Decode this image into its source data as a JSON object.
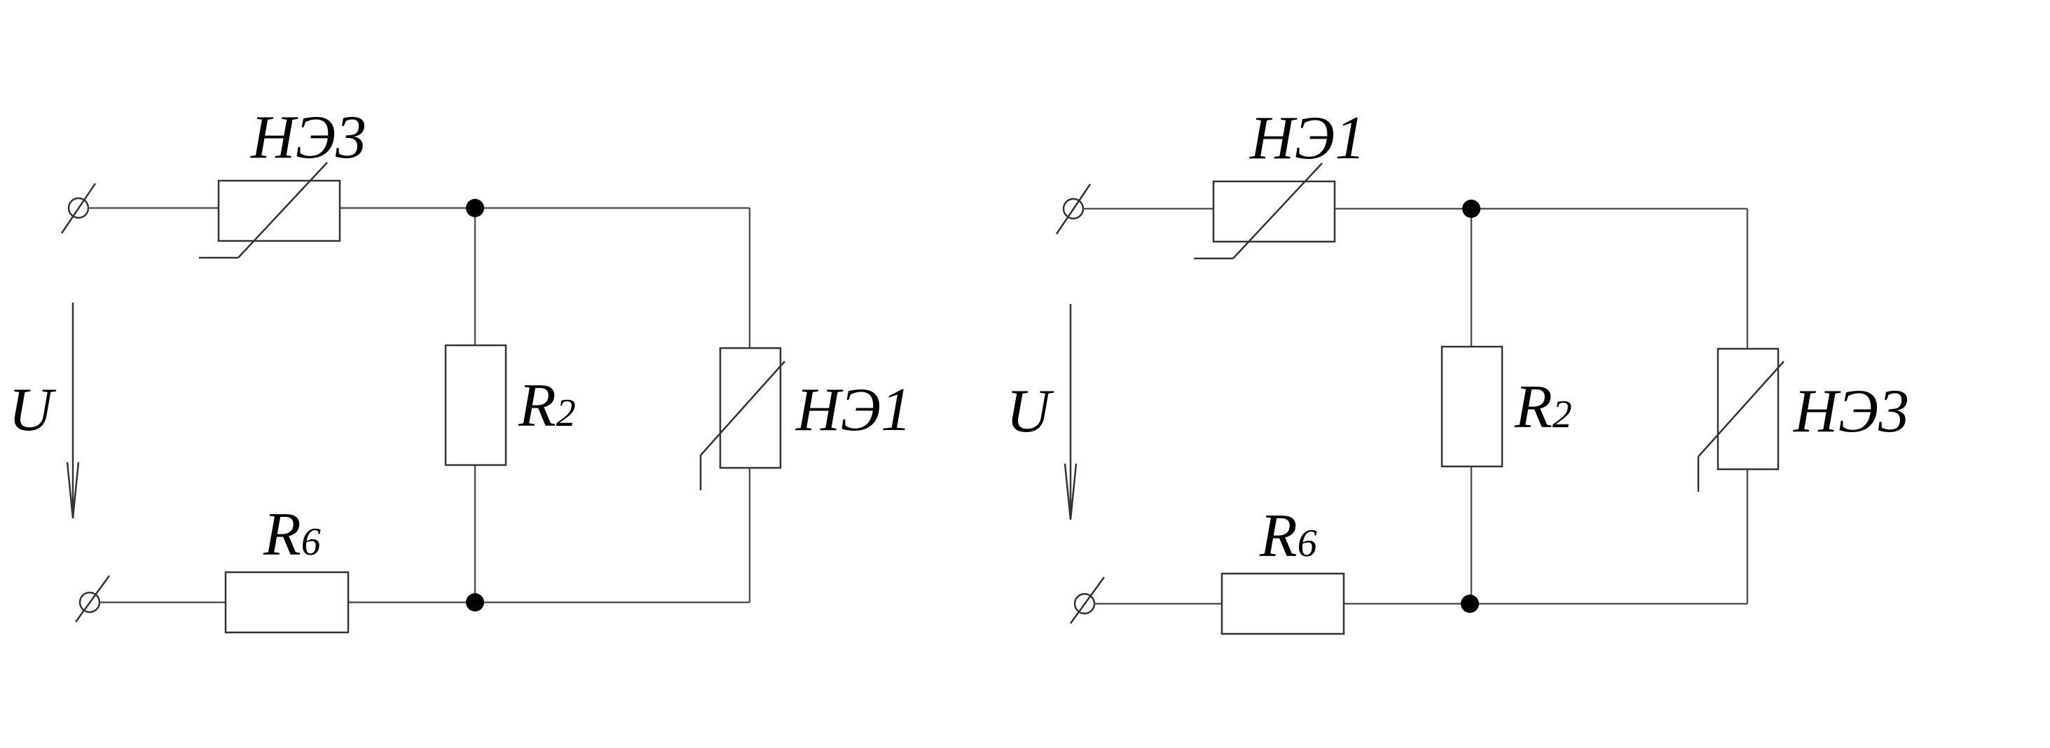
{
  "diagram": {
    "circuits": [
      {
        "voltage_label": "U",
        "series_top_element": "НЭ3",
        "shunt_resistor": {
          "letter": "R",
          "sub": "2"
        },
        "right_element": "НЭ1",
        "bottom_resistor": {
          "letter": "R",
          "sub": "6"
        }
      },
      {
        "voltage_label": "U",
        "series_top_element": "НЭ1",
        "shunt_resistor": {
          "letter": "R",
          "sub": "2"
        },
        "right_element": "НЭ3",
        "bottom_resistor": {
          "letter": "R",
          "sub": "6"
        }
      }
    ]
  }
}
